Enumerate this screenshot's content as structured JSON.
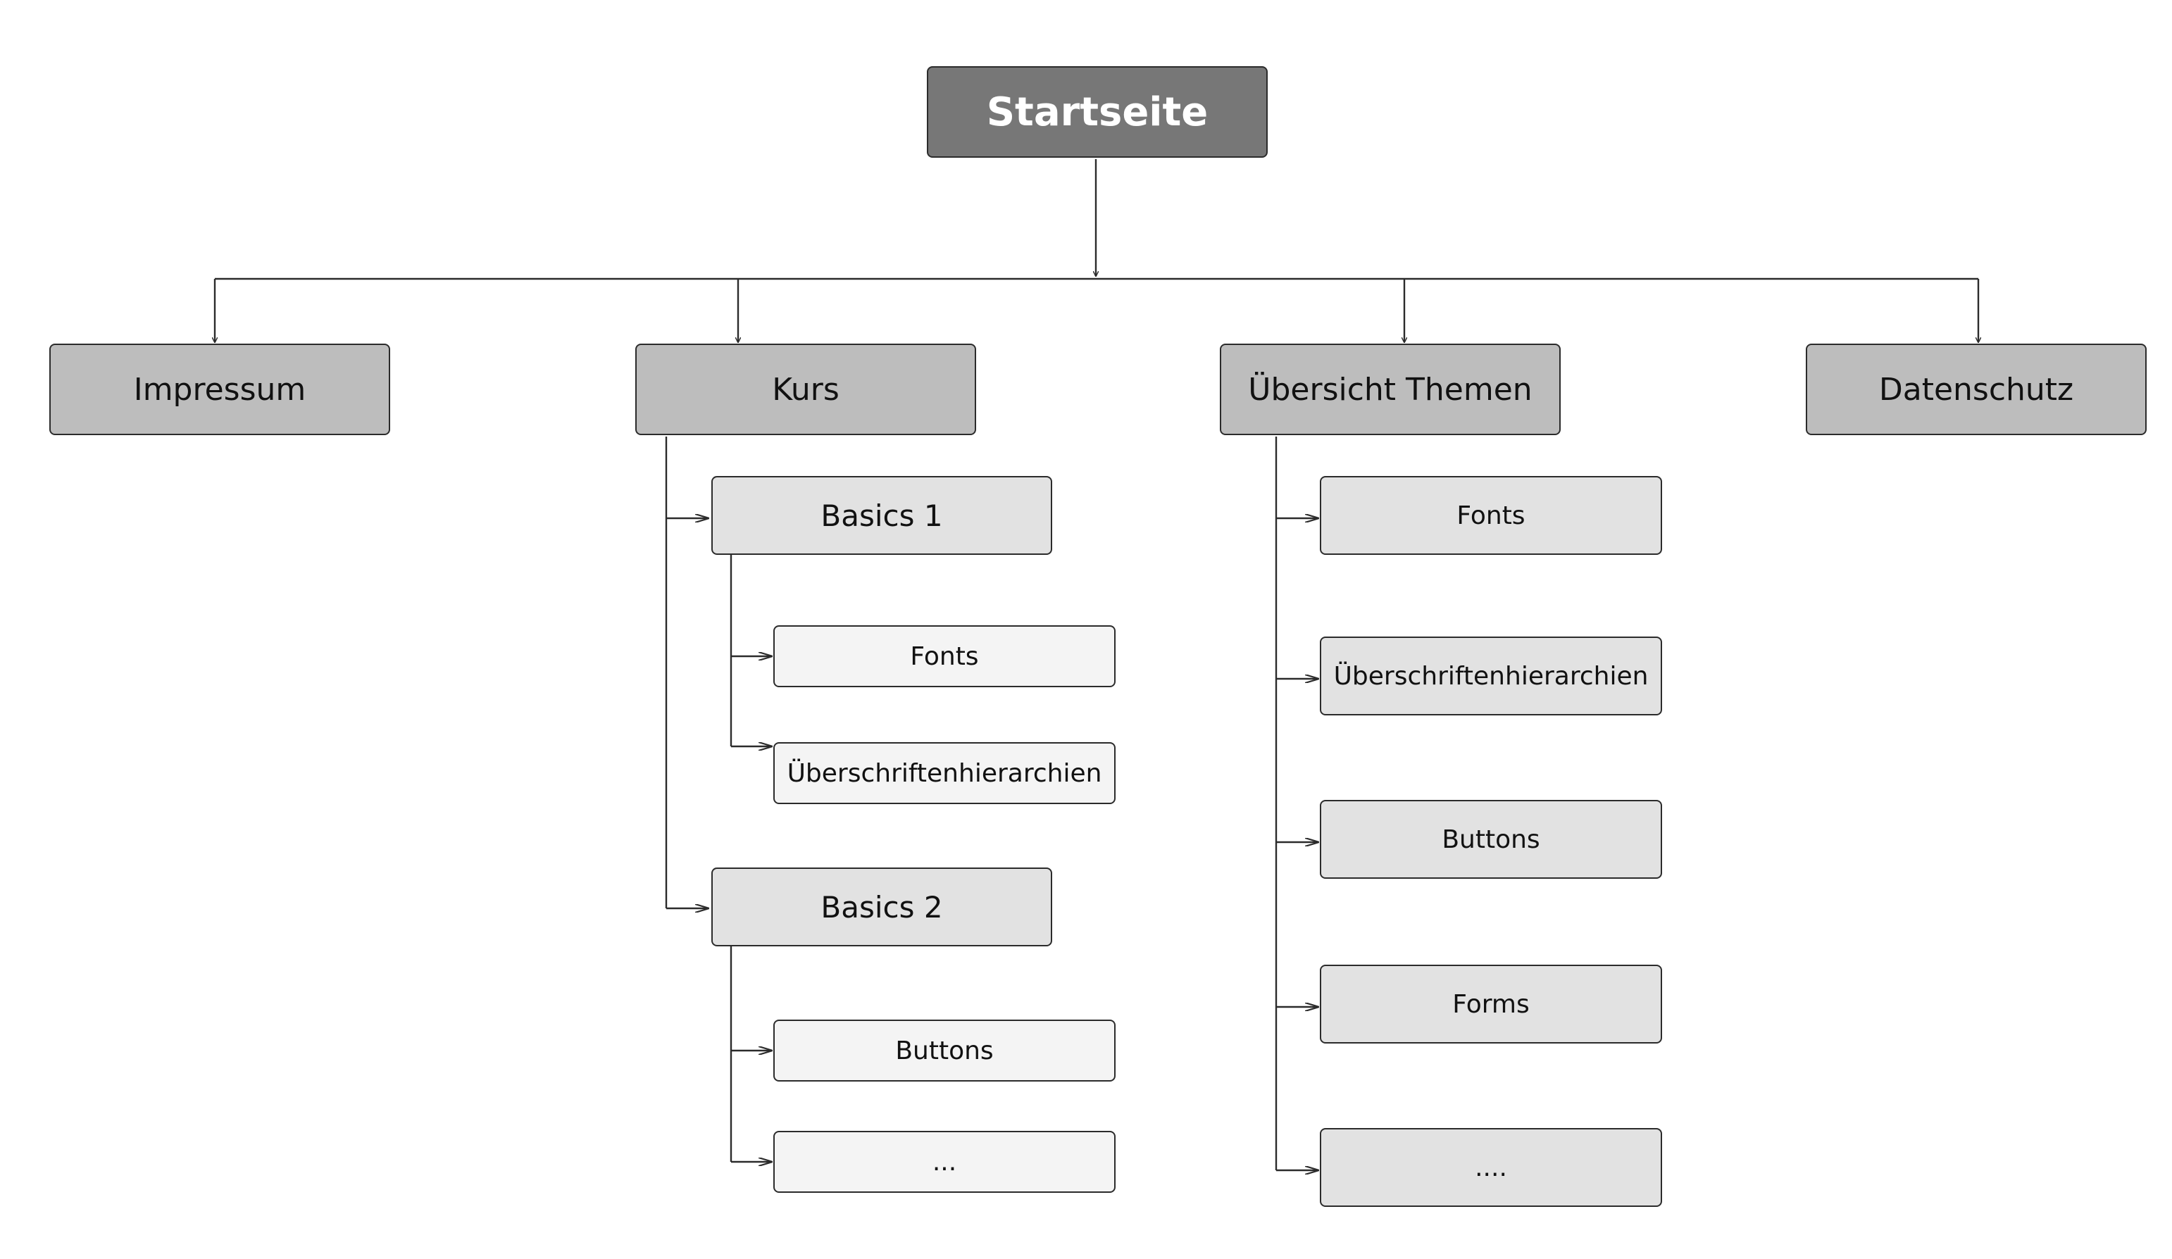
{
  "root": {
    "label": "Startseite"
  },
  "level1": {
    "impressum": "Impressum",
    "kurs": "Kurs",
    "uebersicht": "Übersicht Themen",
    "datenschutz": "Datenschutz"
  },
  "kurs": {
    "basics1": {
      "label": "Basics 1",
      "children": [
        "Fonts",
        "Überschriftenhierarchien"
      ]
    },
    "basics2": {
      "label": "Basics 2",
      "children": [
        "Buttons",
        "..."
      ]
    }
  },
  "uebersicht_items": [
    "Fonts",
    "Überschriftenhierarchien",
    "Buttons",
    "Forms",
    "...."
  ],
  "colors": {
    "root_fill": "#777777",
    "level1_fill": "#bdbdbd",
    "level2_fill": "#e2e2e2",
    "level3_fill": "#f4f4f4",
    "line": "#2b2b2b"
  }
}
